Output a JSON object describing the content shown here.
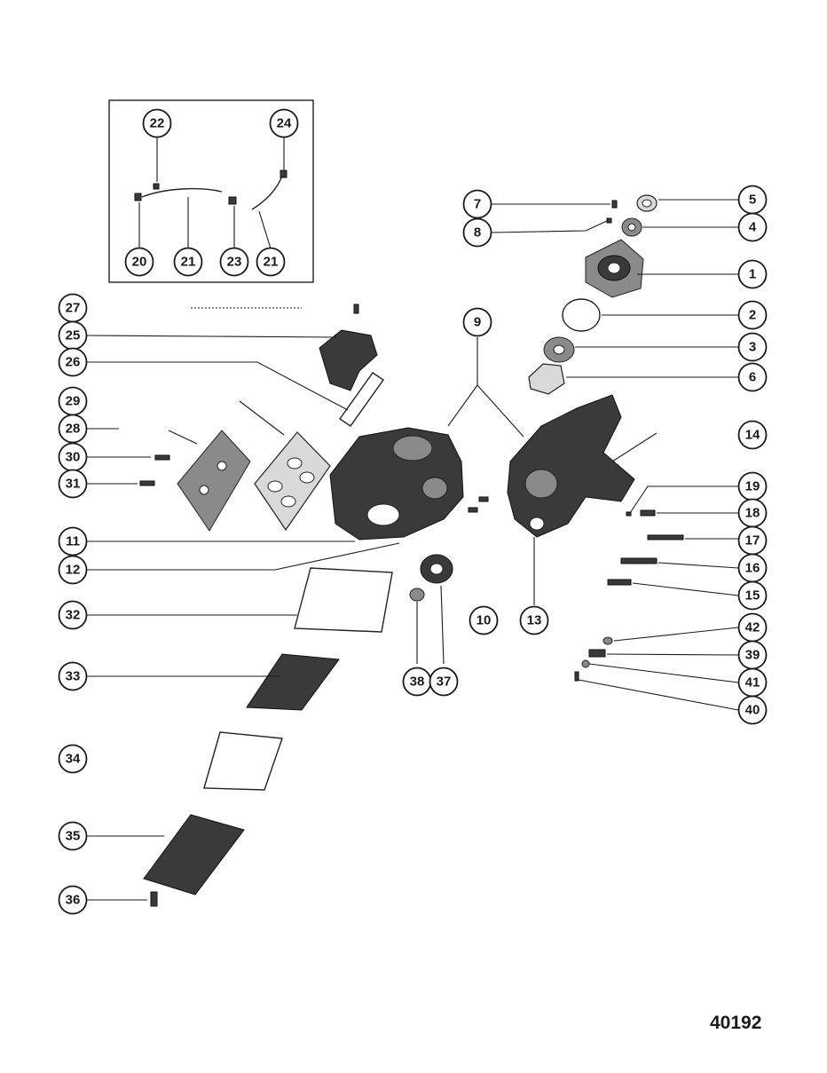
{
  "figure_number": "40192",
  "callouts": [
    {
      "label": "22"
    },
    {
      "label": "24"
    },
    {
      "label": "20"
    },
    {
      "label": "21"
    },
    {
      "label": "23"
    },
    {
      "label": "21"
    },
    {
      "label": "7"
    },
    {
      "label": "8"
    },
    {
      "label": "5"
    },
    {
      "label": "4"
    },
    {
      "label": "1"
    },
    {
      "label": "2"
    },
    {
      "label": "3"
    },
    {
      "label": "6"
    },
    {
      "label": "14"
    },
    {
      "label": "19"
    },
    {
      "label": "18"
    },
    {
      "label": "17"
    },
    {
      "label": "16"
    },
    {
      "label": "15"
    },
    {
      "label": "42"
    },
    {
      "label": "39"
    },
    {
      "label": "41"
    },
    {
      "label": "40"
    },
    {
      "label": "27"
    },
    {
      "label": "25"
    },
    {
      "label": "26"
    },
    {
      "label": "29"
    },
    {
      "label": "28"
    },
    {
      "label": "30"
    },
    {
      "label": "31"
    },
    {
      "label": "11"
    },
    {
      "label": "12"
    },
    {
      "label": "32"
    },
    {
      "label": "33"
    },
    {
      "label": "34"
    },
    {
      "label": "35"
    },
    {
      "label": "36"
    },
    {
      "label": "9"
    },
    {
      "label": "10"
    },
    {
      "label": "13"
    },
    {
      "label": "38"
    },
    {
      "label": "37"
    }
  ]
}
